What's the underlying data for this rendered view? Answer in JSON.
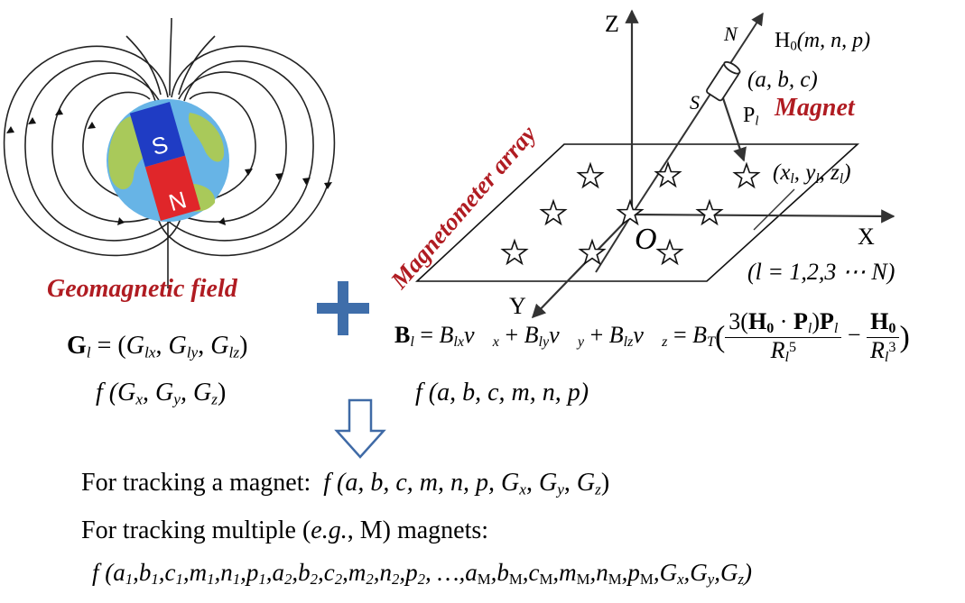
{
  "geomagnetic": {
    "title": "Geomagnetic field",
    "pole_s": "S",
    "pole_n": "N",
    "G_lhs": "G",
    "G_sub": "l",
    "G_eq": " = (",
    "G_x": "G",
    "G_x_sub": "lx",
    "G_y": "G",
    "G_y_sub": "ly",
    "G_z": "G",
    "G_z_sub": "lz",
    "f_global": "f (G",
    "f_gx": "x",
    "f_gy": "y",
    "f_gz": "z"
  },
  "axes": {
    "z": "Z",
    "x": "X",
    "y": "Y",
    "origin": "O",
    "north": "N",
    "south": "S",
    "h0": "H",
    "h0_sub": "0",
    "h0_args": "(m, n, p)"
  },
  "magnet": {
    "label": "Magnet",
    "position": "(a, b, c)",
    "p_vector": "P",
    "p_sub": "l"
  },
  "array": {
    "label": "Magnetometer array",
    "sensor_point": "(x",
    "sensor_range": "(l = 1,2,3 ⋯ N)"
  },
  "equation": {
    "B": "B",
    "B_sub": "l",
    "BT": "B",
    "BT_sub": "T",
    "f_magnet": "f (a, b, c, m, n, p)"
  },
  "bottom": {
    "line1_text": "For tracking a magnet:",
    "line1_f": "f (a, b, c, m, n, p, G",
    "line2_text": "For tracking multiple (",
    "line2_eg": "e.g.",
    "line2_rest": ", M) magnets:"
  },
  "colors": {
    "title_red": "#b01c22",
    "plus_blue": "#3f6eaa",
    "arrow_blue": "#3f6aa6",
    "ocean": "#67b4e6",
    "land": "#a9c95a",
    "magnet_blue": "#1f3cc4",
    "magnet_red": "#e0262a"
  }
}
